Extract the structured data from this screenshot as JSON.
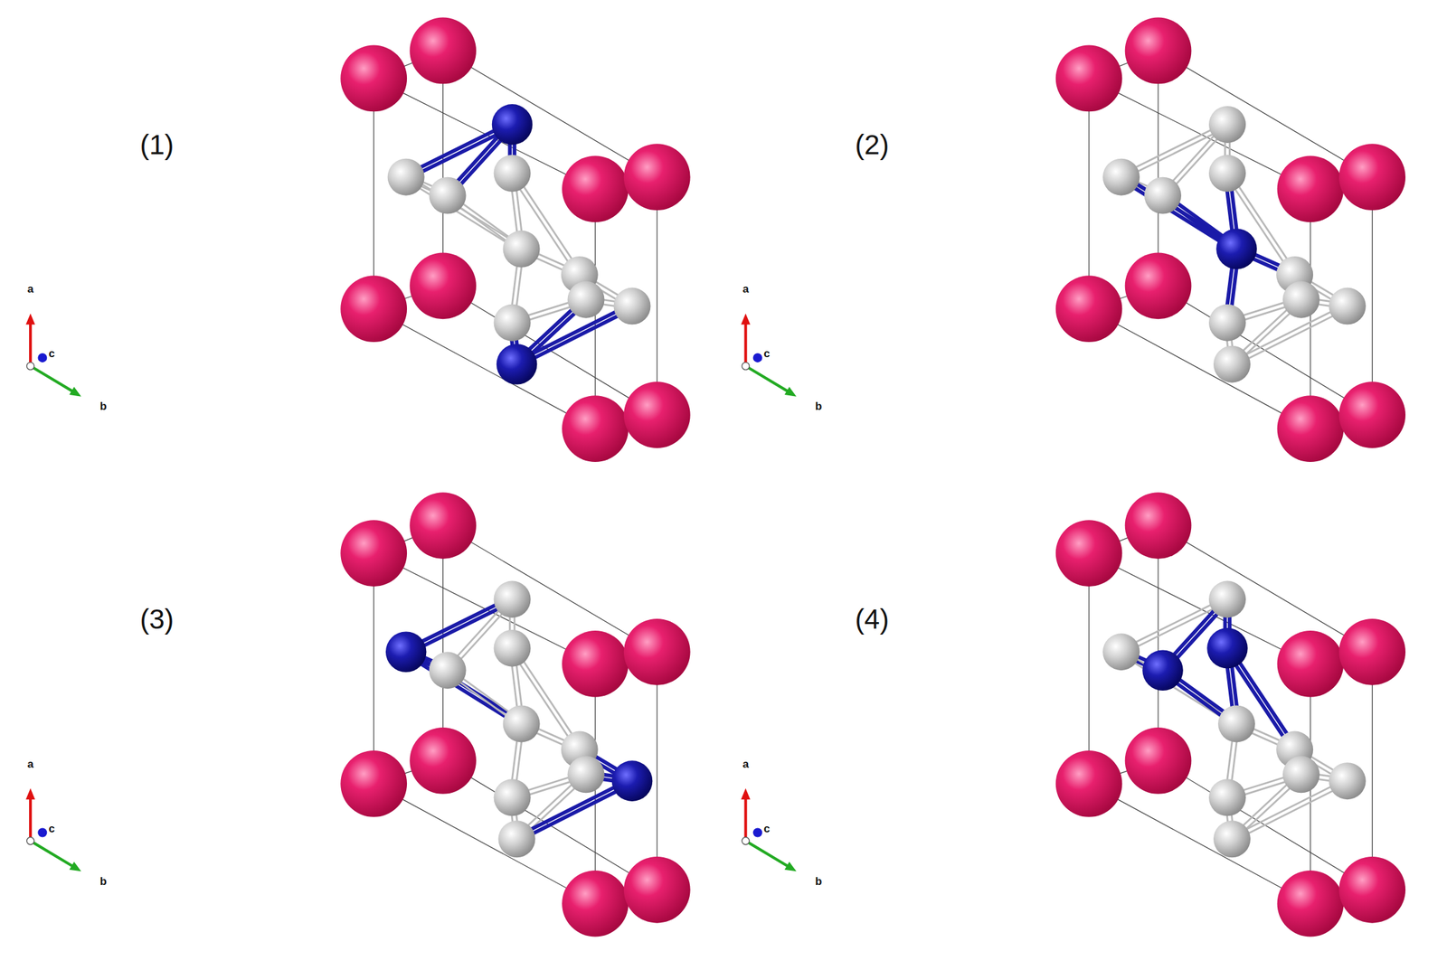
{
  "diagram": {
    "labels": [
      "(1)",
      "a",
      "c",
      "b",
      "(2)",
      "a",
      "c",
      "b",
      "(3)",
      "a",
      "c",
      "b",
      "(4)",
      "a",
      "c",
      "b"
    ]
  }
}
